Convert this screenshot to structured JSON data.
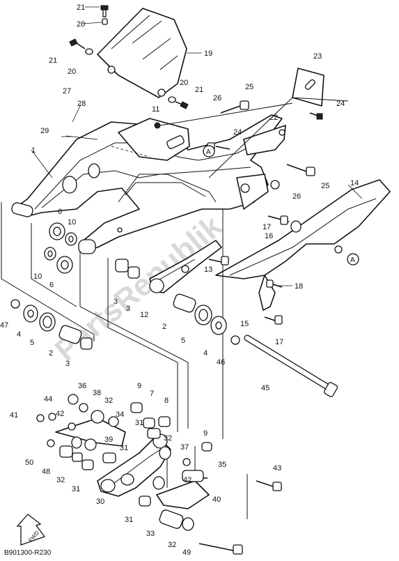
{
  "diagram": {
    "code": "B901300-R230",
    "watermark": "PartsRepublik",
    "fwd_label": "FWD",
    "marker_label": "A",
    "callouts": [
      {
        "id": "c21a",
        "label": "21"
      },
      {
        "id": "c20a",
        "label": "20"
      },
      {
        "id": "c21b",
        "label": "21"
      },
      {
        "id": "c20b",
        "label": "20"
      },
      {
        "id": "c19",
        "label": "19"
      },
      {
        "id": "c20c",
        "label": "20"
      },
      {
        "id": "c21c",
        "label": "21"
      },
      {
        "id": "c23",
        "label": "23"
      },
      {
        "id": "c27",
        "label": "27"
      },
      {
        "id": "c28",
        "label": "28"
      },
      {
        "id": "c26a",
        "label": "26"
      },
      {
        "id": "c25a",
        "label": "25"
      },
      {
        "id": "c24a",
        "label": "24"
      },
      {
        "id": "c11",
        "label": "11"
      },
      {
        "id": "c22",
        "label": "22"
      },
      {
        "id": "c29",
        "label": "29"
      },
      {
        "id": "c24b",
        "label": "24"
      },
      {
        "id": "c1",
        "label": "1"
      },
      {
        "id": "c14",
        "label": "14"
      },
      {
        "id": "c25b",
        "label": "25"
      },
      {
        "id": "c26b",
        "label": "26"
      },
      {
        "id": "c6a",
        "label": "6"
      },
      {
        "id": "c10a",
        "label": "10"
      },
      {
        "id": "c17a",
        "label": "17"
      },
      {
        "id": "c16",
        "label": "16"
      },
      {
        "id": "c13",
        "label": "13"
      },
      {
        "id": "c10b",
        "label": "10"
      },
      {
        "id": "c6b",
        "label": "6"
      },
      {
        "id": "c18",
        "label": "18"
      },
      {
        "id": "c3a",
        "label": "3"
      },
      {
        "id": "c3b",
        "label": "3"
      },
      {
        "id": "c12",
        "label": "12"
      },
      {
        "id": "c2a",
        "label": "2"
      },
      {
        "id": "c15",
        "label": "15"
      },
      {
        "id": "c47",
        "label": "47"
      },
      {
        "id": "c4a",
        "label": "4"
      },
      {
        "id": "c5a",
        "label": "5"
      },
      {
        "id": "c5b",
        "label": "5"
      },
      {
        "id": "c17b",
        "label": "17"
      },
      {
        "id": "c4b",
        "label": "4"
      },
      {
        "id": "c2b",
        "label": "2"
      },
      {
        "id": "c46",
        "label": "46"
      },
      {
        "id": "c3c",
        "label": "3"
      },
      {
        "id": "c45",
        "label": "45"
      },
      {
        "id": "c36",
        "label": "36"
      },
      {
        "id": "c38",
        "label": "38"
      },
      {
        "id": "c9a",
        "label": "9"
      },
      {
        "id": "c44",
        "label": "44"
      },
      {
        "id": "c32a",
        "label": "32"
      },
      {
        "id": "c7",
        "label": "7"
      },
      {
        "id": "c8",
        "label": "8"
      },
      {
        "id": "c41",
        "label": "41"
      },
      {
        "id": "c42a",
        "label": "42"
      },
      {
        "id": "c34",
        "label": "34"
      },
      {
        "id": "c31a",
        "label": "31"
      },
      {
        "id": "c39",
        "label": "39"
      },
      {
        "id": "c9b",
        "label": "9"
      },
      {
        "id": "c32b",
        "label": "32"
      },
      {
        "id": "c50",
        "label": "50"
      },
      {
        "id": "c31b",
        "label": "31"
      },
      {
        "id": "c37",
        "label": "37"
      },
      {
        "id": "c48",
        "label": "48"
      },
      {
        "id": "c35",
        "label": "35"
      },
      {
        "id": "c43",
        "label": "43"
      },
      {
        "id": "c32c",
        "label": "32"
      },
      {
        "id": "c42b",
        "label": "42"
      },
      {
        "id": "c31c",
        "label": "31"
      },
      {
        "id": "c30",
        "label": "30"
      },
      {
        "id": "c40",
        "label": "40"
      },
      {
        "id": "c31d",
        "label": "31"
      },
      {
        "id": "c33",
        "label": "33"
      },
      {
        "id": "c32d",
        "label": "32"
      },
      {
        "id": "c49",
        "label": "49"
      }
    ]
  }
}
